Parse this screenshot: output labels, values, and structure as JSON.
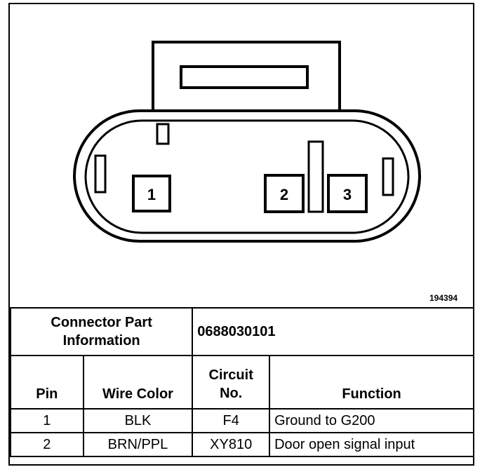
{
  "figure_id": "194394",
  "pins": [
    {
      "label": "1"
    },
    {
      "label": "2"
    },
    {
      "label": "3"
    }
  ],
  "connector_info": {
    "label": "Connector Part Information",
    "part_number": "0688030101"
  },
  "table": {
    "headers": {
      "pin": "Pin",
      "wire_color": "Wire Color",
      "circuit": "Circuit No.",
      "function": "Function"
    },
    "rows": [
      {
        "pin": "1",
        "wire_color": "BLK",
        "circuit": "F4",
        "function": "Ground to G200"
      },
      {
        "pin": "2",
        "wire_color": "BRN/PPL",
        "circuit": "XY810",
        "function": "Door open signal input"
      }
    ]
  }
}
